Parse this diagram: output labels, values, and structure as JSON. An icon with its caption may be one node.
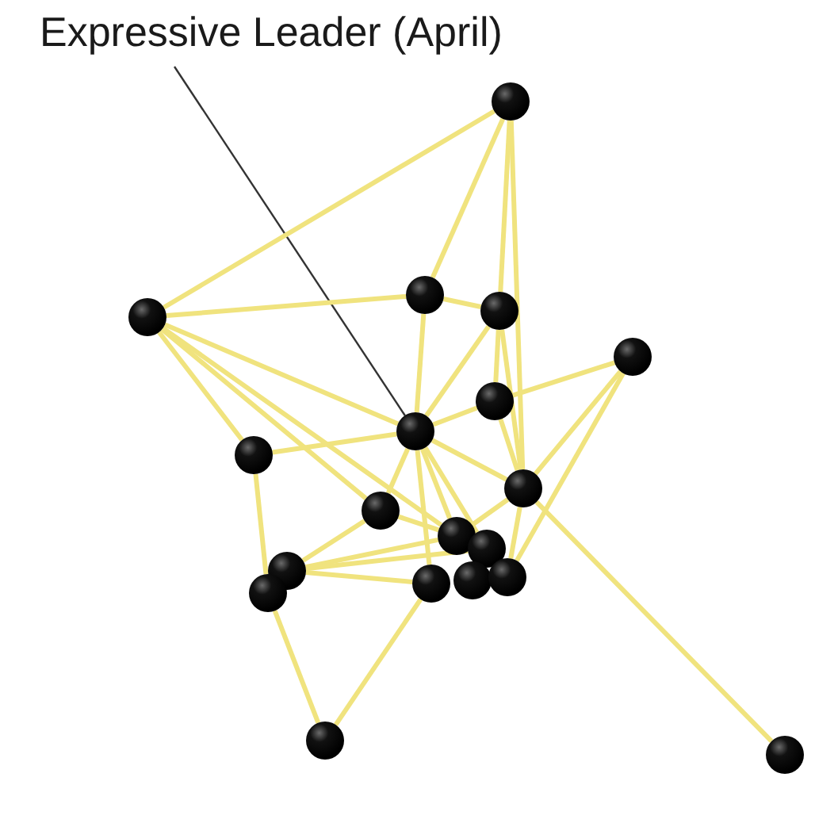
{
  "diagram": {
    "nodes": [
      {
        "text": [
          "Expressive Leader (April)"
        ]
      },
      {
        "text": [],
        "shape": "circle"
      },
      {
        "text": [],
        "shape": "circle"
      },
      {
        "text": [],
        "shape": "circle"
      },
      {
        "text": [],
        "shape": "circle"
      },
      {
        "text": [],
        "shape": "circle"
      },
      {
        "text": [],
        "shape": "circle"
      },
      {
        "text": [],
        "shape": "circle"
      },
      {
        "text": [],
        "shape": "circle"
      },
      {
        "text": [],
        "shape": "circle"
      },
      {
        "text": [],
        "shape": "circle"
      },
      {
        "text": [],
        "shape": "circle"
      },
      {
        "text": [],
        "shape": "circle"
      },
      {
        "text": [],
        "shape": "circle"
      },
      {
        "text": [],
        "shape": "circle"
      },
      {
        "text": [],
        "shape": "circle"
      },
      {
        "text": [],
        "shape": "circle"
      },
      {
        "text": [],
        "shape": "circle"
      },
      {
        "text": [],
        "shape": "circle"
      },
      {
        "text": [],
        "shape": "circle"
      }
    ],
    "edges": [
      {
        "from": 0,
        "to": 7,
        "arrow": "none",
        "color": "#333333"
      },
      {
        "from": 1,
        "to": 2,
        "arrow": "none"
      },
      {
        "from": 1,
        "to": 3,
        "arrow": "none"
      },
      {
        "from": 1,
        "to": 4,
        "arrow": "none"
      },
      {
        "from": 1,
        "to": 10,
        "arrow": "none"
      },
      {
        "from": 2,
        "to": 3,
        "arrow": "none"
      },
      {
        "from": 2,
        "to": 7,
        "arrow": "none"
      },
      {
        "from": 2,
        "to": 8,
        "arrow": "none"
      },
      {
        "from": 2,
        "to": 9,
        "arrow": "none"
      },
      {
        "from": 2,
        "to": 13,
        "arrow": "none"
      },
      {
        "from": 3,
        "to": 4,
        "arrow": "none"
      },
      {
        "from": 3,
        "to": 7,
        "arrow": "none"
      },
      {
        "from": 4,
        "to": 6,
        "arrow": "none"
      },
      {
        "from": 4,
        "to": 7,
        "arrow": "none"
      },
      {
        "from": 4,
        "to": 10,
        "arrow": "none"
      },
      {
        "from": 5,
        "to": 6,
        "arrow": "none"
      },
      {
        "from": 5,
        "to": 10,
        "arrow": "none"
      },
      {
        "from": 5,
        "to": 17,
        "arrow": "none"
      },
      {
        "from": 6,
        "to": 7,
        "arrow": "none"
      },
      {
        "from": 6,
        "to": 10,
        "arrow": "none"
      },
      {
        "from": 7,
        "to": 8,
        "arrow": "none"
      },
      {
        "from": 7,
        "to": 9,
        "arrow": "none"
      },
      {
        "from": 7,
        "to": 10,
        "arrow": "none"
      },
      {
        "from": 7,
        "to": 13,
        "arrow": "none"
      },
      {
        "from": 7,
        "to": 14,
        "arrow": "none"
      },
      {
        "from": 7,
        "to": 15,
        "arrow": "none"
      },
      {
        "from": 8,
        "to": 12,
        "arrow": "none"
      },
      {
        "from": 9,
        "to": 11,
        "arrow": "none"
      },
      {
        "from": 9,
        "to": 13,
        "arrow": "none"
      },
      {
        "from": 10,
        "to": 13,
        "arrow": "none"
      },
      {
        "from": 10,
        "to": 17,
        "arrow": "none"
      },
      {
        "from": 10,
        "to": 19,
        "arrow": "none"
      },
      {
        "from": 11,
        "to": 13,
        "arrow": "none"
      },
      {
        "from": 11,
        "to": 14,
        "arrow": "none"
      },
      {
        "from": 11,
        "to": 15,
        "arrow": "none"
      },
      {
        "from": 12,
        "to": 18,
        "arrow": "none"
      },
      {
        "from": 15,
        "to": 18,
        "arrow": "none"
      }
    ]
  }
}
